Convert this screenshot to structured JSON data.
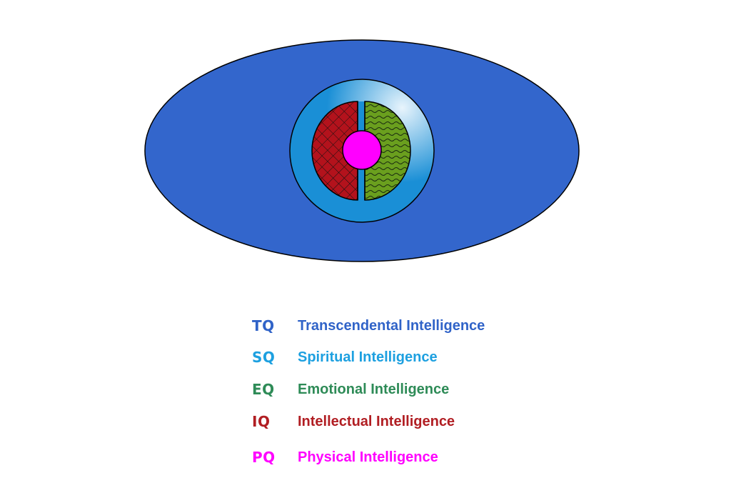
{
  "diagram": {
    "layers": [
      {
        "abbr": "TQ",
        "name": "Transcendental Intelligence",
        "color": "#3063c8"
      },
      {
        "abbr": "SQ",
        "name": "Spiritual Intelligence",
        "color": "#1da0e0"
      },
      {
        "abbr": "EQ",
        "name": "Emotional Intelligence",
        "color": "#2e8b57"
      },
      {
        "abbr": "IQ",
        "name": "Intellectual Intelligence",
        "color": "#b11e23"
      },
      {
        "abbr": "PQ",
        "name": "Physical Intelligence",
        "color": "#ff00ff"
      }
    ],
    "fills": {
      "tq": "#3366cc",
      "sq_dark": "#1a8fd6",
      "sq_light": "#e8f4fc",
      "eq": "#6a9f1e",
      "iq": "#b3121c",
      "pq": "#ff00ff"
    }
  }
}
